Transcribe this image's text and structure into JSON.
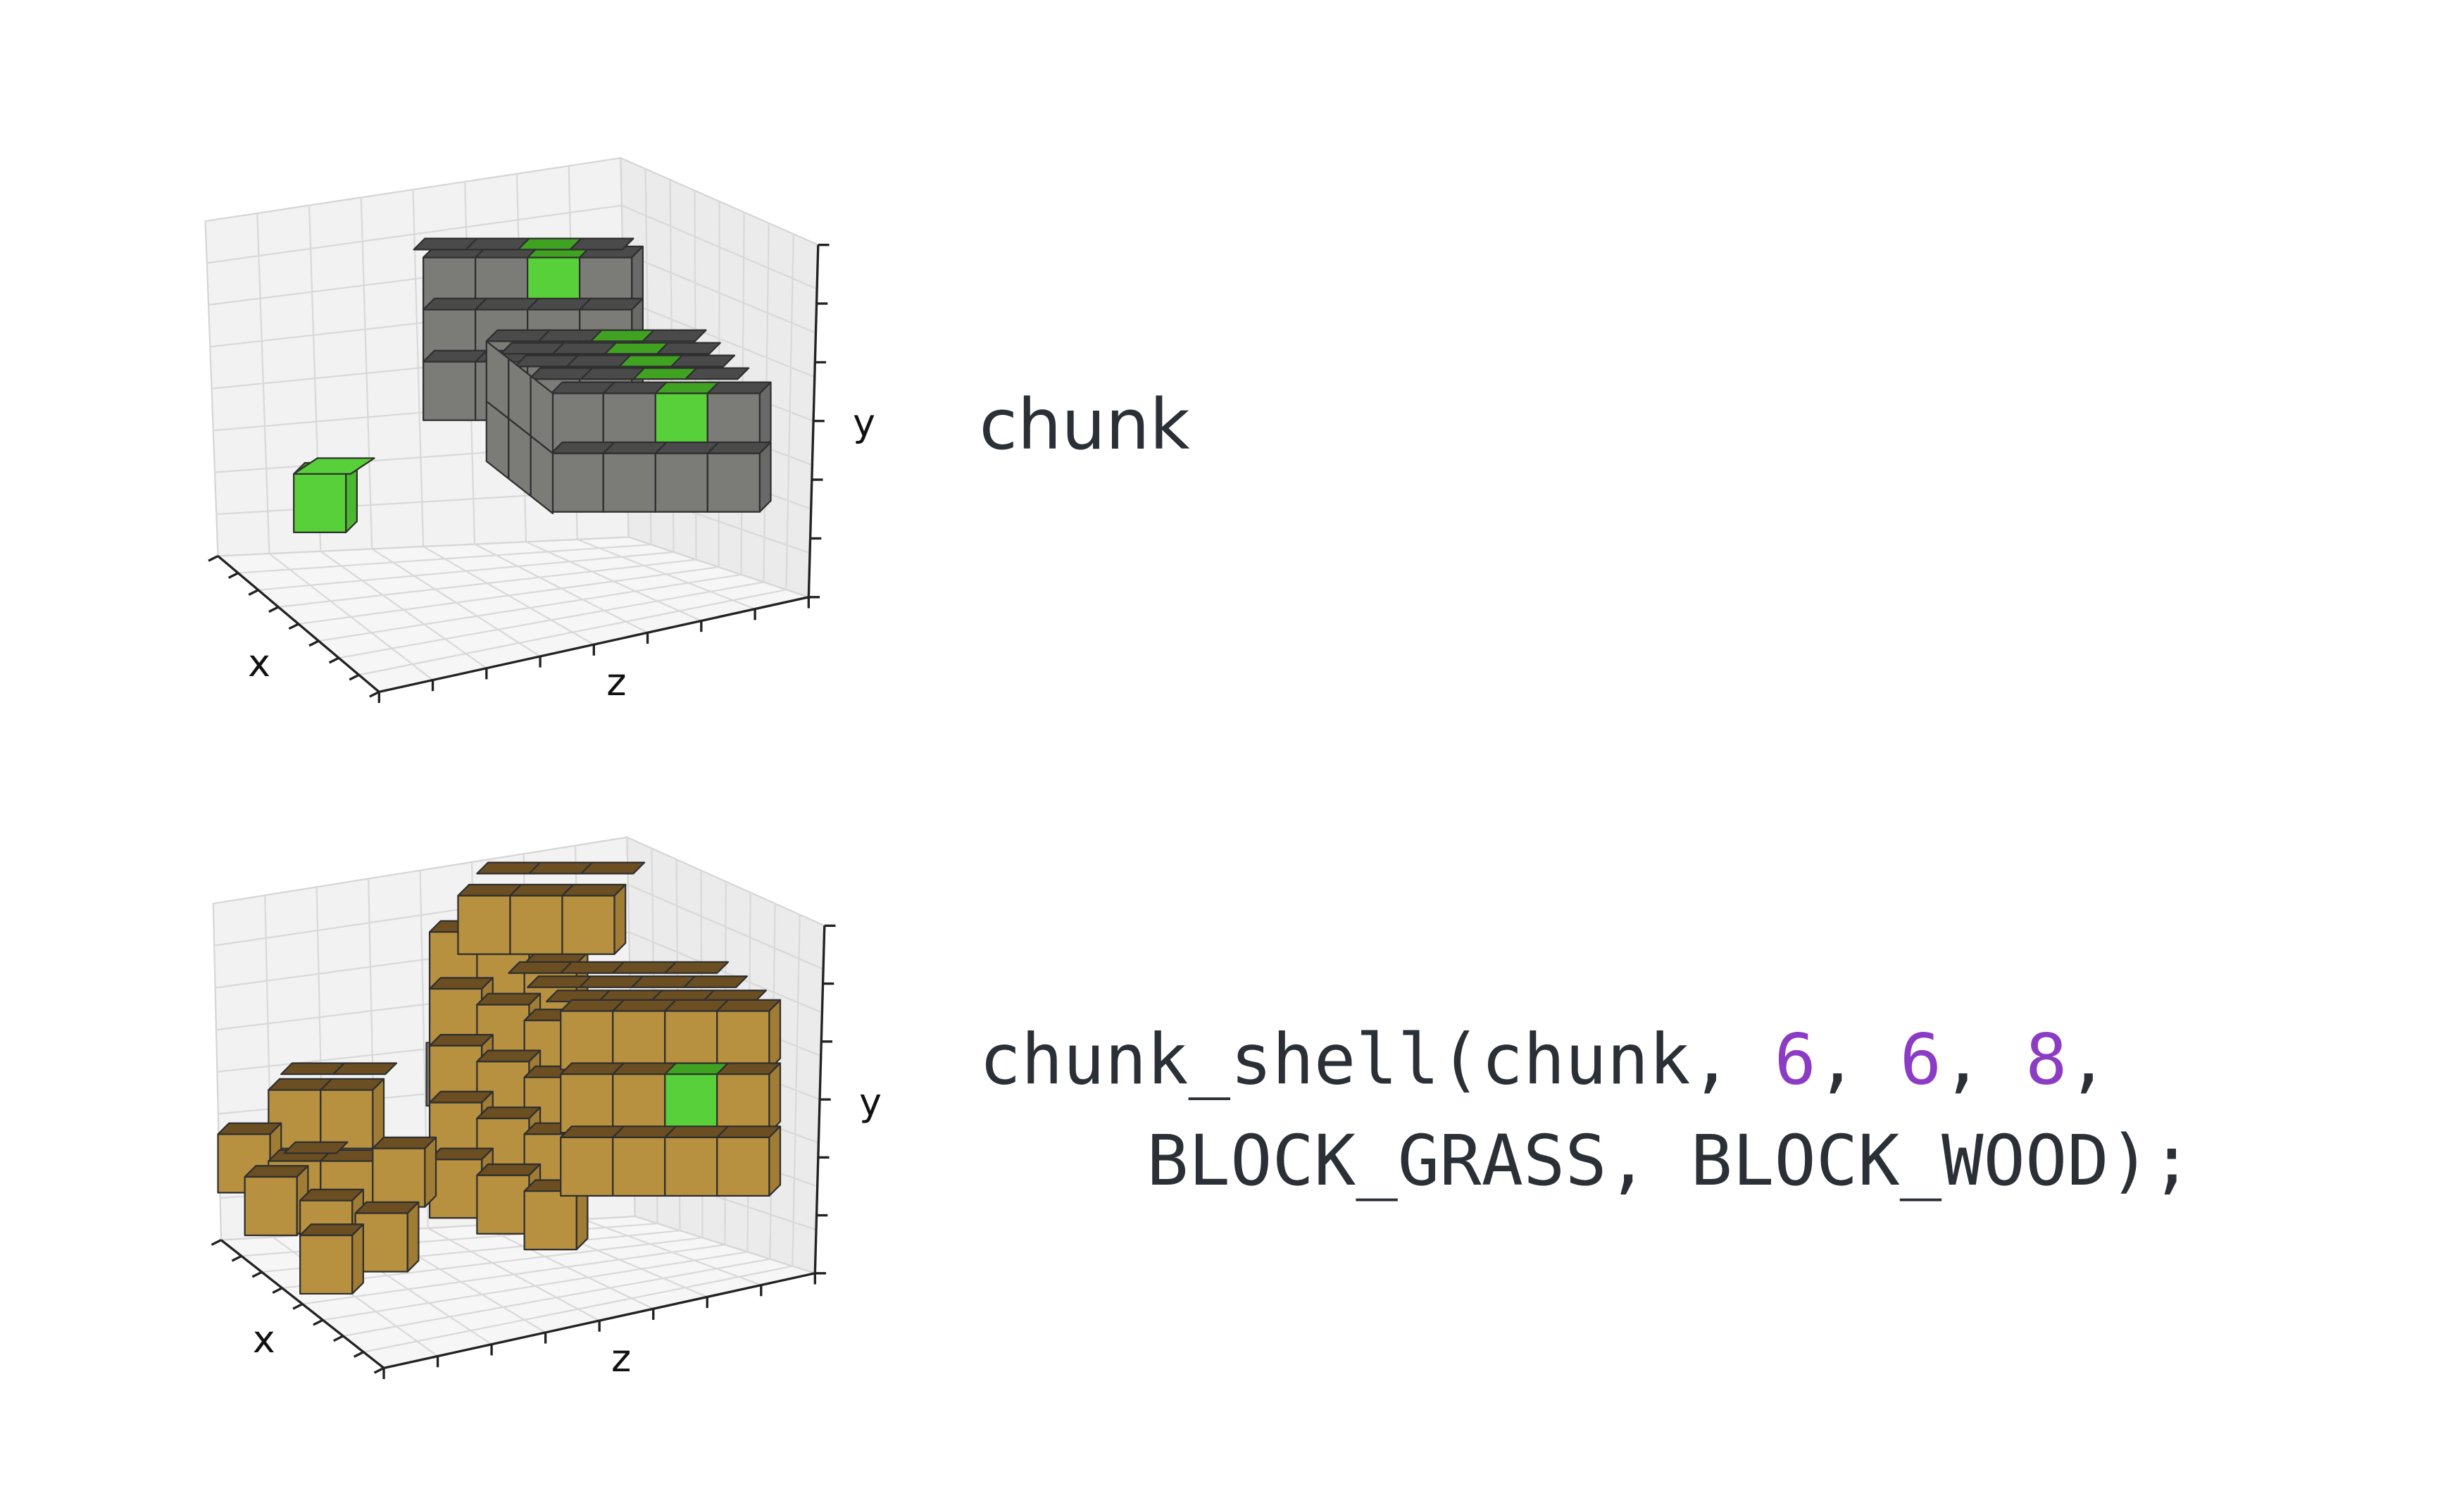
{
  "colors": {
    "grass_top": "#4a4a4a",
    "grass_front": "#7b7b78",
    "grass_side": "#696967",
    "green_top": "#3fa321",
    "green_front": "#58d03a",
    "green_side": "#4cb831",
    "wood_top": "#6b4f22",
    "wood_front": "#b7913f",
    "wood_side": "#a07c35",
    "edge": "#2f2f2f",
    "code_number": "#8c3cc4",
    "text": "#2b3036"
  },
  "top_panel": {
    "axis_x": "x",
    "axis_y": "y",
    "axis_z": "z",
    "caption": "chunk"
  },
  "bottom_panel": {
    "axis_x": "x",
    "axis_y": "y",
    "axis_z": "z",
    "code": {
      "line1_prefix": "chunk_shell(chunk, ",
      "arg1": "6",
      "sep1": ", ",
      "arg2": "6",
      "sep2": ", ",
      "arg3": "8",
      "line1_suffix": ",",
      "line2": "    BLOCK_GRASS, BLOCK_WOOD);"
    }
  }
}
